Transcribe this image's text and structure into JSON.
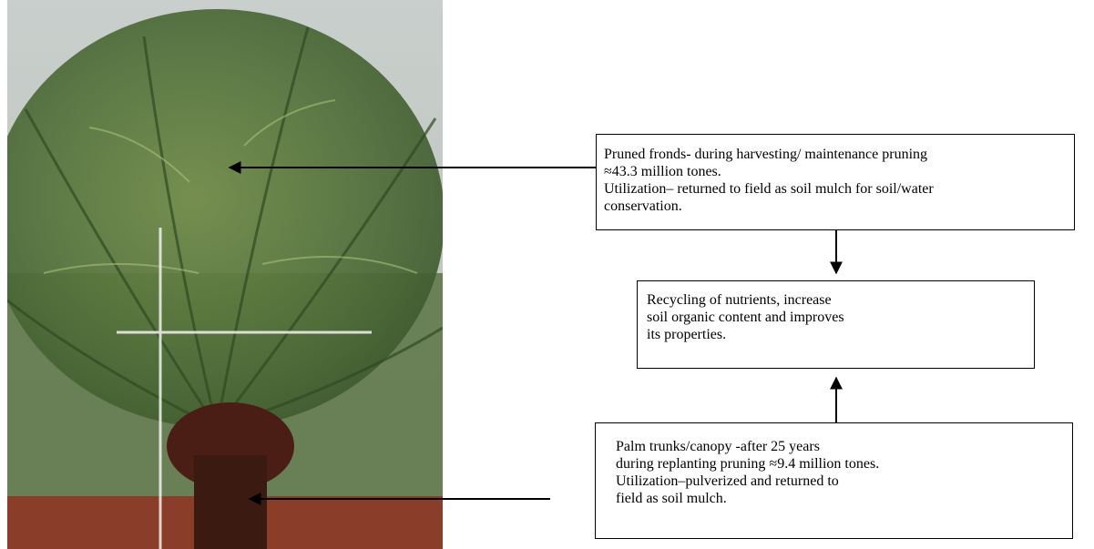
{
  "boxes": {
    "fronds": {
      "lines": [
        "Pruned fronds- during harvesting/ maintenance pruning",
        "≈43.3 million tones.",
        "Utilization– returned to field as soil mulch for soil/water",
        "conservation."
      ]
    },
    "recycling": {
      "lines": [
        "Recycling of nutrients, increase",
        "soil organic content and improves",
        "its properties."
      ]
    },
    "trunks": {
      "lines": [
        "Palm trunks/canopy -after 25 years",
        "during replanting pruning ≈9.4 million tones.",
        "Utilization–pulverized and returned to",
        "field as soil mulch."
      ]
    }
  },
  "colors": {
    "arrow": "#000000",
    "sky": "#cfd3d2",
    "frond": "#5e7a3a",
    "soil": "#8a3e2a",
    "fruit": "#4a1e14"
  }
}
